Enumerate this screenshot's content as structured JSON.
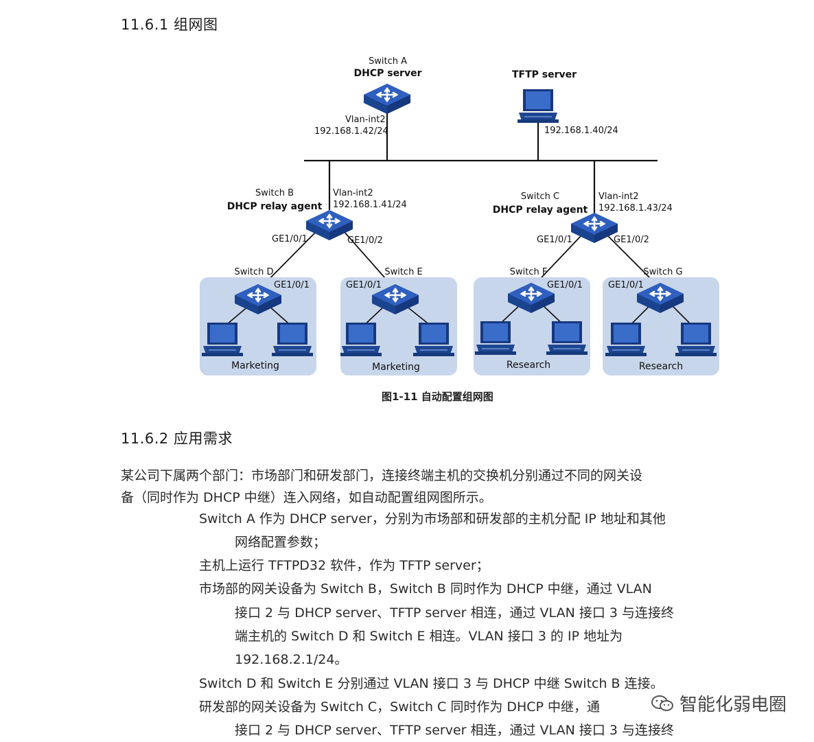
{
  "section1": {
    "title": "11.6.1 组网图"
  },
  "diagram": {
    "switch_a": {
      "name": "Switch A",
      "role": "DHCP server",
      "iface": "Vlan-int2",
      "ip": "192.168.1.42/24"
    },
    "tftp": {
      "role": "TFTP server",
      "ip": "192.168.1.40/24"
    },
    "switch_b": {
      "name": "Switch B",
      "role": "DHCP relay agent",
      "iface": "Vlan-int2",
      "ip": "192.168.1.41/24",
      "port1": "GE1/0/1",
      "port2": "GE1/0/2"
    },
    "switch_c": {
      "name": "Switch C",
      "role": "DHCP relay agent",
      "iface": "Vlan-int2",
      "ip": "192.168.1.43/24",
      "port1": "GE1/0/1",
      "port2": "GE1/0/2"
    },
    "switch_d": {
      "name": "Switch D",
      "port": "GE1/0/1",
      "group": "Marketing"
    },
    "switch_e": {
      "name": "Switch E",
      "port": "GE1/0/1",
      "group": "Marketing"
    },
    "switch_f": {
      "name": "Switch F",
      "port": "GE1/0/1",
      "group": "Research"
    },
    "switch_g": {
      "name": "Switch G",
      "port": "GE1/0/1",
      "group": "Research"
    },
    "caption": "图1-11 自动配置组网图"
  },
  "section2": {
    "title": "11.6.2 应用需求",
    "lines": [
      "某公司下属两个部门：市场部门和研发部门，连接终端主机的交换机分别通过不同的网关设",
      "备（同时作为 DHCP 中继）连入网络，如自动配置组网图所示。",
      "Switch A 作为 DHCP server，分别为市场部和研发部的主机分配 IP 地址和其他",
      "网络配置参数；",
      "主机上运行 TFTPD32 软件，作为 TFTP server；",
      "市场部的网关设备为 Switch B，Switch B 同时作为 DHCP 中继，通过 VLAN",
      "接口 2 与 DHCP server、TFTP server 相连，通过 VLAN 接口 3 与连接终",
      "端主机的 Switch D 和 Switch E 相连。VLAN 接口 3 的 IP 地址为",
      "192.168.2.1/24。",
      "Switch D 和 Switch E 分别通过 VLAN 接口 3 与 DHCP 中继 Switch B 连接。",
      "研发部的网关设备为 Switch C，Switch C 同时作为 DHCP 中继，通",
      "接口 2 与 DHCP server、TFTP server 相连，通过 VLAN 接口 3 与连接终"
    ]
  },
  "watermark": {
    "text": "智能化弱电圈"
  },
  "colors": {
    "device_blue": "#1f4fa8",
    "group_bg": "#c8d6ec",
    "line": "#111111"
  }
}
